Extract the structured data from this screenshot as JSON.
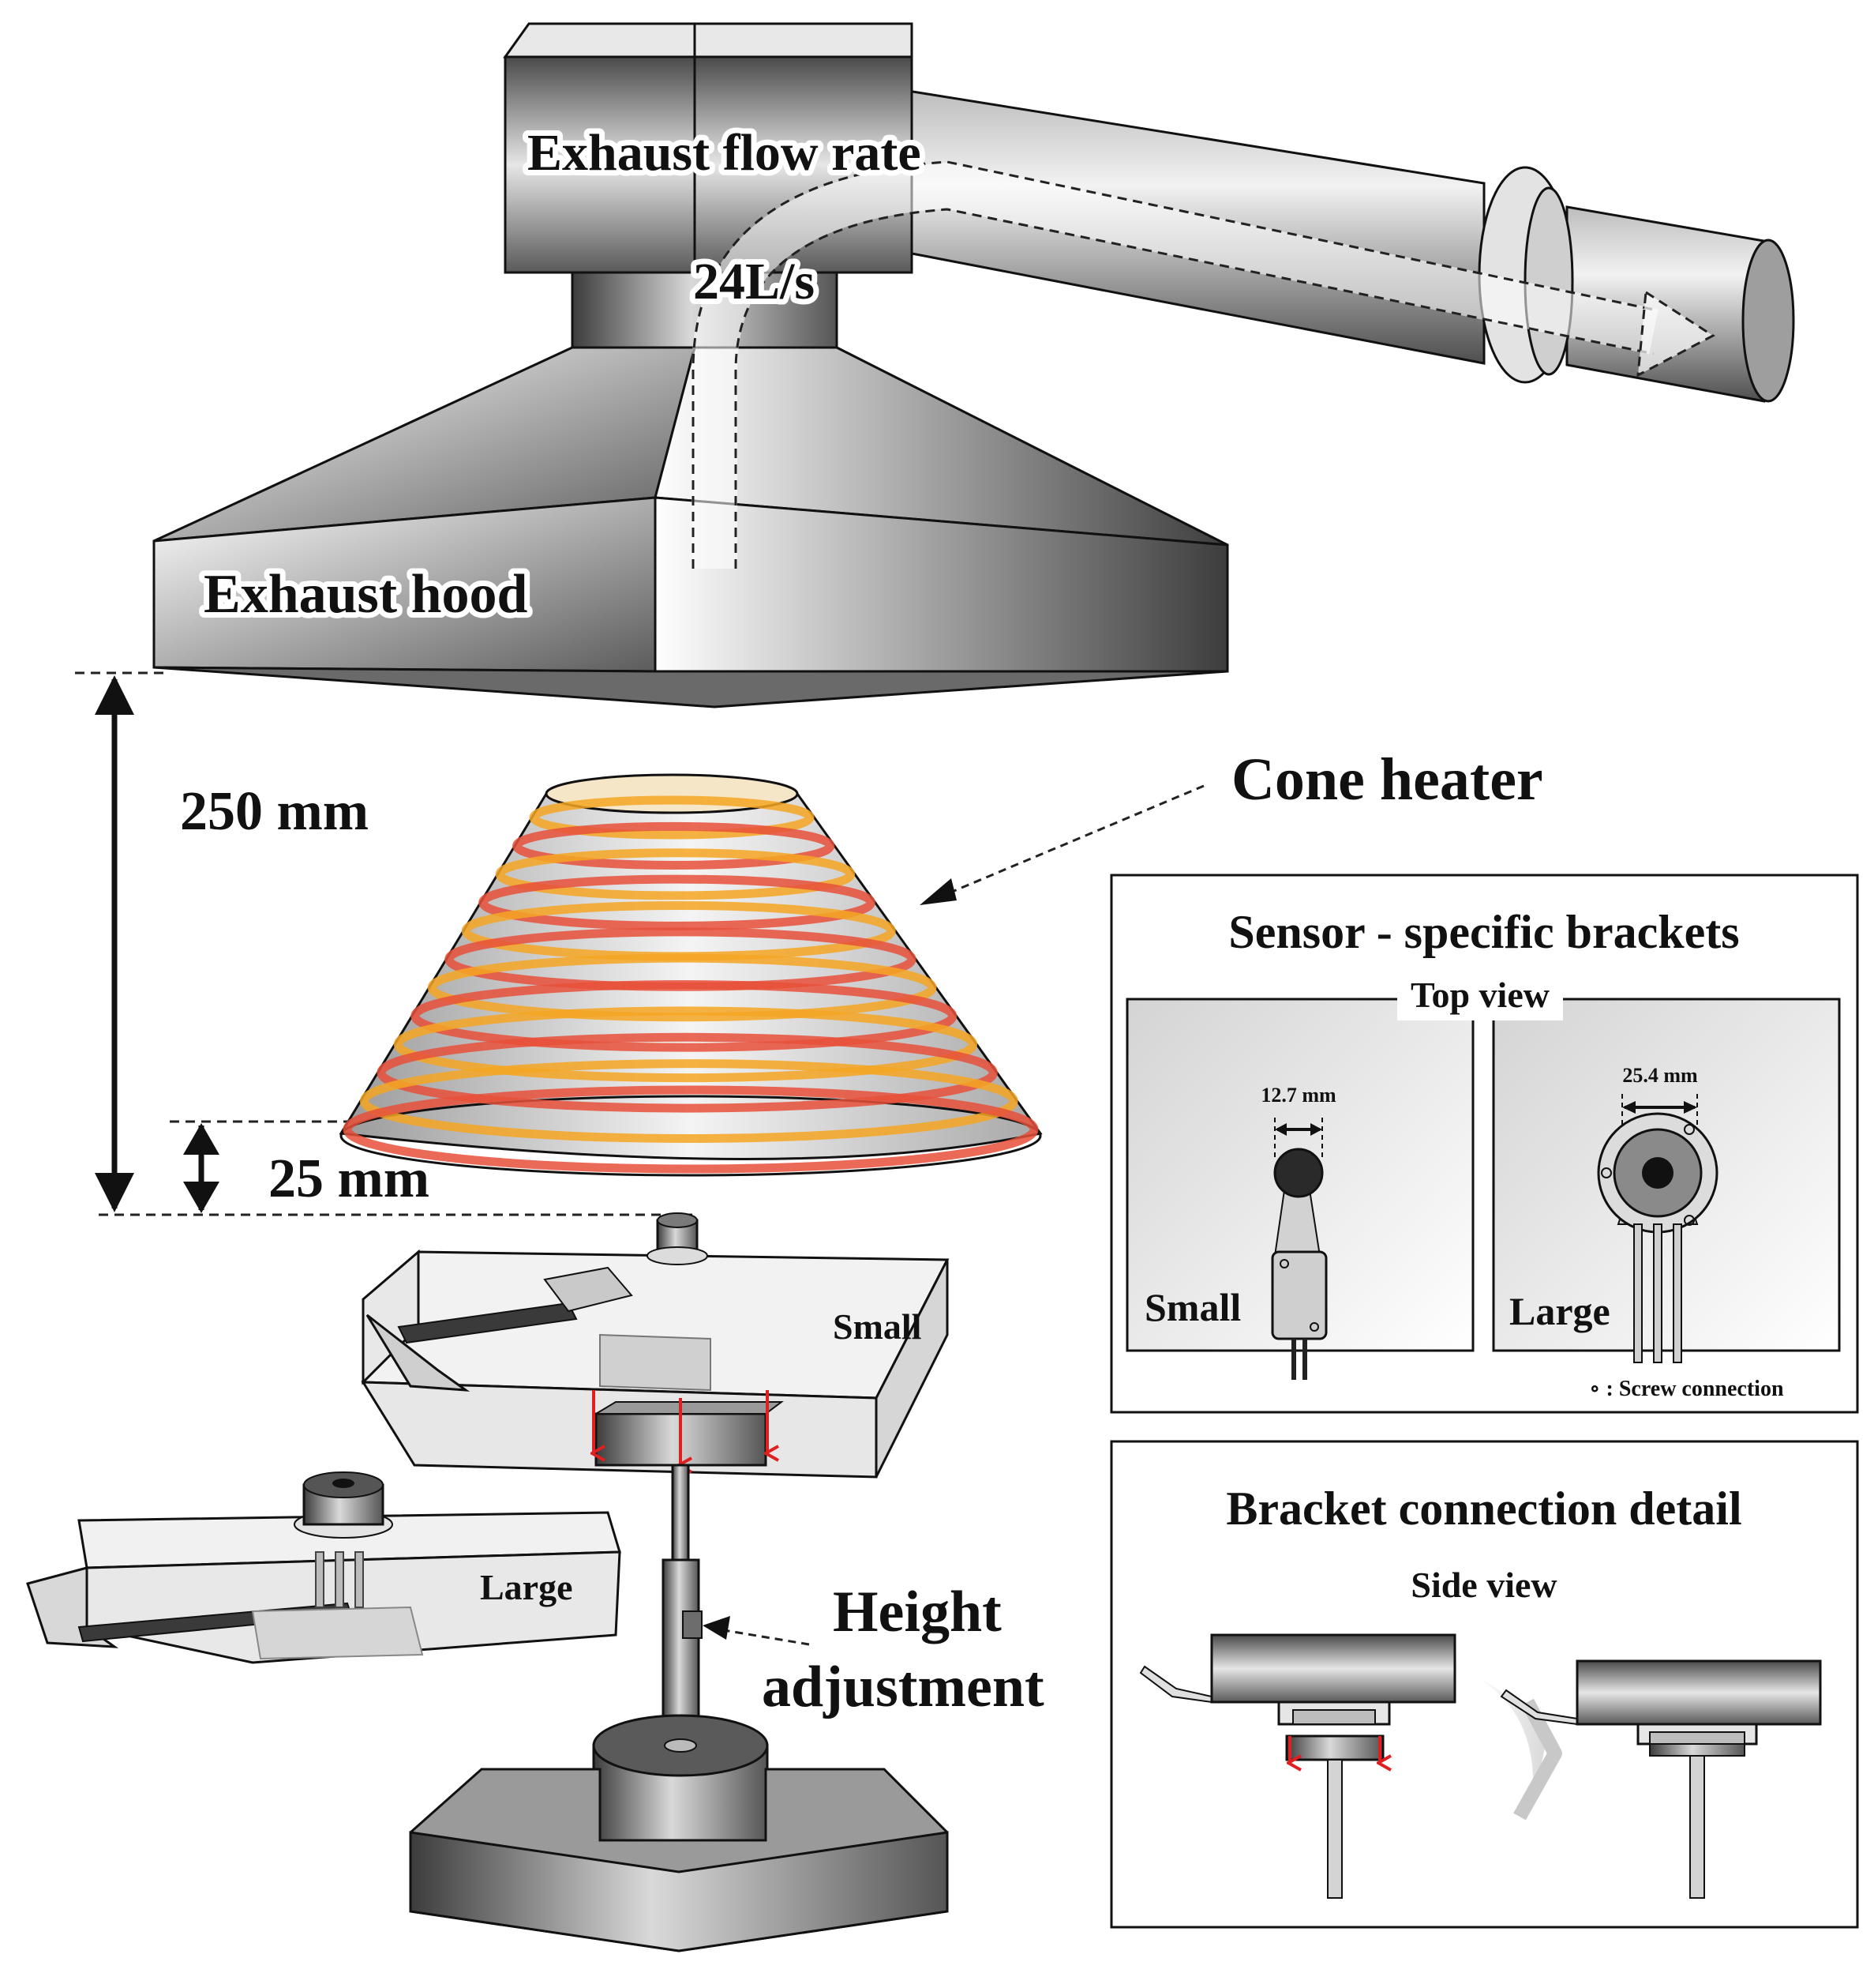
{
  "labels": {
    "exhaust_flow_rate": "Exhaust flow rate",
    "flow_value": "24L/s",
    "exhaust_hood": "Exhaust hood",
    "distance_hood": "250 mm",
    "distance_sensor": "25 mm",
    "cone_heater": "Cone heater",
    "small": "Small",
    "large": "Large",
    "height_line1": "Height",
    "height_line2": "adjustment"
  },
  "brackets_panel": {
    "title": "Sensor - specific brackets",
    "subtitle": "Top view",
    "small_label": "Small",
    "small_dim": "12.7 mm",
    "large_label": "Large",
    "large_dim": "25.4 mm",
    "legend": "∘ : Screw connection"
  },
  "connection_panel": {
    "title": "Bracket connection detail",
    "subtitle": "Side view"
  },
  "colors": {
    "metal_dark": "#4a4a4a",
    "metal_light": "#e6e6e6",
    "coil_orange": "#f5a623",
    "coil_red": "#e8503a",
    "arrow_red": "#e02020"
  }
}
